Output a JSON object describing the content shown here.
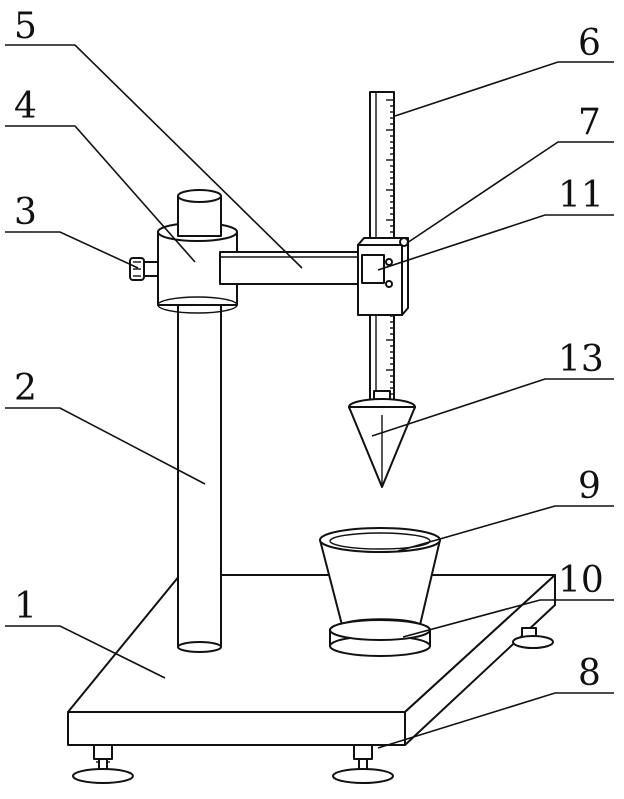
{
  "callouts": [
    {
      "id": "1",
      "text": "1"
    },
    {
      "id": "2",
      "text": "2"
    },
    {
      "id": "3",
      "text": "3"
    },
    {
      "id": "4",
      "text": "4"
    },
    {
      "id": "5",
      "text": "5"
    },
    {
      "id": "6",
      "text": "6"
    },
    {
      "id": "7",
      "text": "7"
    },
    {
      "id": "8",
      "text": "8"
    },
    {
      "id": "9",
      "text": "9"
    },
    {
      "id": "10",
      "text": "10"
    },
    {
      "id": "11",
      "text": "11"
    },
    {
      "id": "13",
      "text": "13"
    }
  ],
  "colors": {
    "line": "#111111",
    "background": "#ffffff"
  }
}
